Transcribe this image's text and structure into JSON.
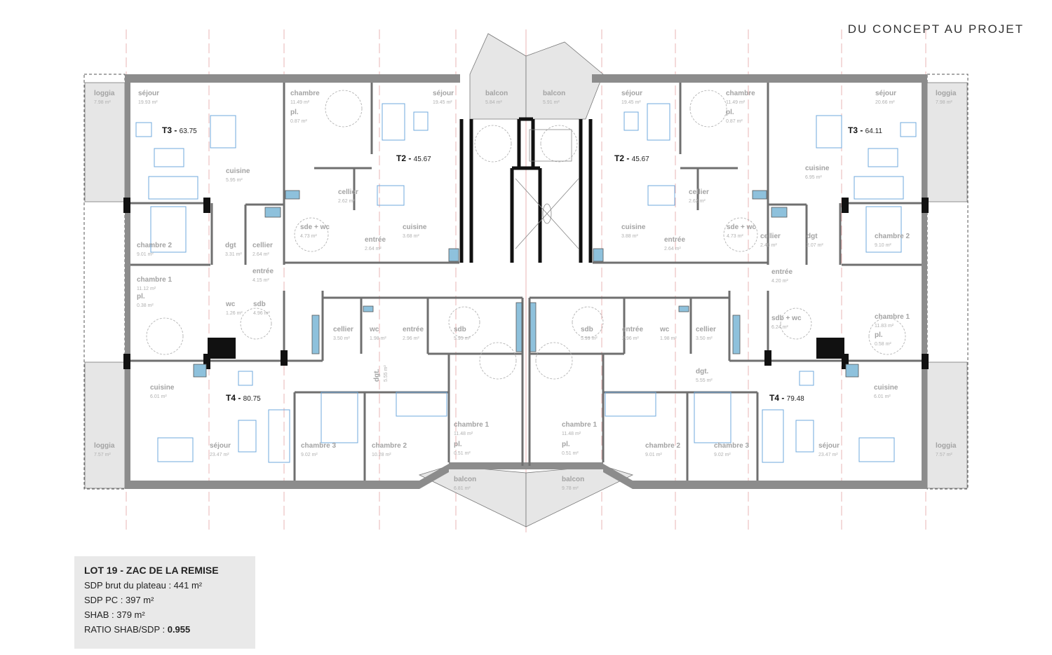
{
  "header": {
    "title": "DU CONCEPT AU PROJET"
  },
  "legend": {
    "title": "LOT 19 - ZAC DE LA REMISE",
    "sdp_brut": "SDP brut du plateau : 441 m²",
    "sdp_pc": "SDP PC : 397 m²",
    "shab": "SHAB : 379 m²",
    "ratio_label": "RATIO SHAB/SDP : ",
    "ratio_value": "0.955"
  },
  "colors": {
    "wall": "#8c8c8c",
    "furniture": "#6fa8dc",
    "label": "#a3a3a3",
    "terrace": "#e6e6e6",
    "grid": "#e8b4b4",
    "wet": "#8ec1dc"
  },
  "apartments": [
    {
      "type": "T3",
      "area": "63.75"
    },
    {
      "type": "T2",
      "area": "45.67"
    },
    {
      "type": "T2",
      "area": "45.67"
    },
    {
      "type": "T3",
      "area": "64.11"
    },
    {
      "type": "T4",
      "area": "80.75"
    },
    {
      "type": "T4",
      "area": "79.48"
    }
  ],
  "rooms": [
    {
      "name": "loggia",
      "area": "7.98 m²"
    },
    {
      "name": "séjour",
      "area": "19.93 m²"
    },
    {
      "name": "cuisine",
      "area": "5.95 m²"
    },
    {
      "name": "chambre 2",
      "area": "9.01 m²"
    },
    {
      "name": "dgt",
      "area": "3.31 m²"
    },
    {
      "name": "cellier",
      "area": "2.64 m²"
    },
    {
      "name": "entrée",
      "area": "4.15 m²"
    },
    {
      "name": "chambre 1",
      "area": "11.12 m²"
    },
    {
      "name": "pl.",
      "area": "0.38 m²"
    },
    {
      "name": "wc",
      "area": "1.26 m²"
    },
    {
      "name": "sdb",
      "area": "4.96 m²"
    },
    {
      "name": "chambre",
      "area": "11.49 m²"
    },
    {
      "name": "pl.",
      "area": "0.87 m²"
    },
    {
      "name": "séjour",
      "area": "19.45 m²"
    },
    {
      "name": "cellier",
      "area": "2.62 m²"
    },
    {
      "name": "sde + wc",
      "area": "4.73 m²"
    },
    {
      "name": "entrée",
      "area": "2.64 m²"
    },
    {
      "name": "cuisine",
      "area": "3.68 m²"
    },
    {
      "name": "balcon",
      "area": "5.84 m²"
    },
    {
      "name": "balcon",
      "area": "5.91 m²"
    },
    {
      "name": "séjour",
      "area": "19.45 m²"
    },
    {
      "name": "chambre",
      "area": "11.49 m²"
    },
    {
      "name": "pl.",
      "area": "0.87 m²"
    },
    {
      "name": "cellier",
      "area": "2.62 m²"
    },
    {
      "name": "sde + wc",
      "area": "4.73 m²"
    },
    {
      "name": "entrée",
      "area": "2.64 m²"
    },
    {
      "name": "cuisine",
      "area": "3.88 m²"
    },
    {
      "name": "séjour",
      "area": "20.66 m²"
    },
    {
      "name": "loggia",
      "area": "7.98 m²"
    },
    {
      "name": "cuisine",
      "area": "6.95 m²"
    },
    {
      "name": "cellier",
      "area": "2.48 m²"
    },
    {
      "name": "dgt",
      "area": "2.07 m²"
    },
    {
      "name": "chambre 2",
      "area": "9.10 m²"
    },
    {
      "name": "entrée",
      "area": "4.20 m²"
    },
    {
      "name": "sdb + wc",
      "area": "6.24 m²"
    },
    {
      "name": "chambre 1",
      "area": "11.83 m²"
    },
    {
      "name": "pl.",
      "area": "0.58 m²"
    },
    {
      "name": "cellier",
      "area": "3.50 m²"
    },
    {
      "name": "wc",
      "area": "1.98 m²"
    },
    {
      "name": "entrée",
      "area": "2.96 m²"
    },
    {
      "name": "sdb",
      "area": "5.95 m²"
    },
    {
      "name": "dgt.",
      "area": "5.55 m²"
    },
    {
      "name": "sdb",
      "area": "5.99 m²"
    },
    {
      "name": "entrée",
      "area": "2.96 m²"
    },
    {
      "name": "wc",
      "area": "1.98 m²"
    },
    {
      "name": "cellier",
      "area": "3.50 m²"
    },
    {
      "name": "dgt.",
      "area": "5.55 m²"
    },
    {
      "name": "cuisine",
      "area": "6.01 m²"
    },
    {
      "name": "loggia",
      "area": "7.57 m²"
    },
    {
      "name": "séjour",
      "area": "23.47 m²"
    },
    {
      "name": "chambre 3",
      "area": "9.02 m²"
    },
    {
      "name": "chambre 2",
      "area": "10.28 m²"
    },
    {
      "name": "chambre 1",
      "area": "11.48 m²"
    },
    {
      "name": "pl.",
      "area": "0.51 m²"
    },
    {
      "name": "balcon",
      "area": "6.81 m²"
    },
    {
      "name": "chambre 1",
      "area": "11.48 m²"
    },
    {
      "name": "pl.",
      "area": "0.51 m²"
    },
    {
      "name": "balcon",
      "area": "9.78 m²"
    },
    {
      "name": "chambre 2",
      "area": "9.01 m²"
    },
    {
      "name": "chambre 3",
      "area": "9.02 m²"
    },
    {
      "name": "séjour",
      "area": "23.47 m²"
    },
    {
      "name": "cuisine",
      "area": "6.01 m²"
    },
    {
      "name": "loggia",
      "area": "7.57 m²"
    }
  ]
}
